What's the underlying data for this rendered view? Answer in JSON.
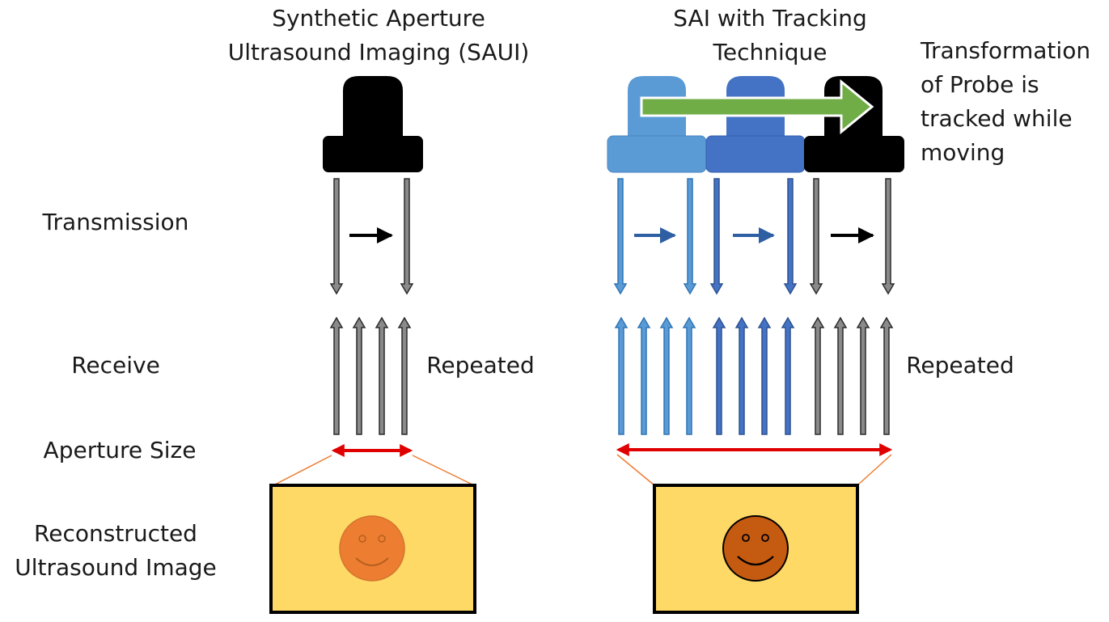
{
  "left_panel": {
    "title_line1": "Synthetic Aperture",
    "title_line2": "Ultrasound Imaging (SAUI)",
    "repeated_label": "Repeated"
  },
  "right_panel": {
    "title_line1": "SAI with Tracking",
    "title_line2": "Technique",
    "repeated_label": "Repeated",
    "note": [
      "Transformation",
      "of Probe is",
      "tracked while",
      "moving"
    ]
  },
  "row_labels": {
    "transmission": "Transmission",
    "receive": "Receive",
    "aperture_size": "Aperture Size",
    "reconstructed_line1": "Reconstructed",
    "reconstructed_line2": "Ultrasound Image"
  },
  "colors": {
    "probe_black": "#000000",
    "probe_light_blue": "#5b9bd5",
    "probe_mid_blue": "#4472c4",
    "arrow_gray": "#8a8a8a",
    "aperture_red": "#e00000",
    "tracking_arrow_green": "#70ad47",
    "image_fill": "#ffd966",
    "face_left": "#ed7d31",
    "face_right": "#c55a11",
    "guide_line_orange": "#ed7d31"
  },
  "icons": [
    "probe-icon",
    "smiley-face-icon",
    "right-arrow-icon",
    "double-headed-arrow-icon"
  ]
}
